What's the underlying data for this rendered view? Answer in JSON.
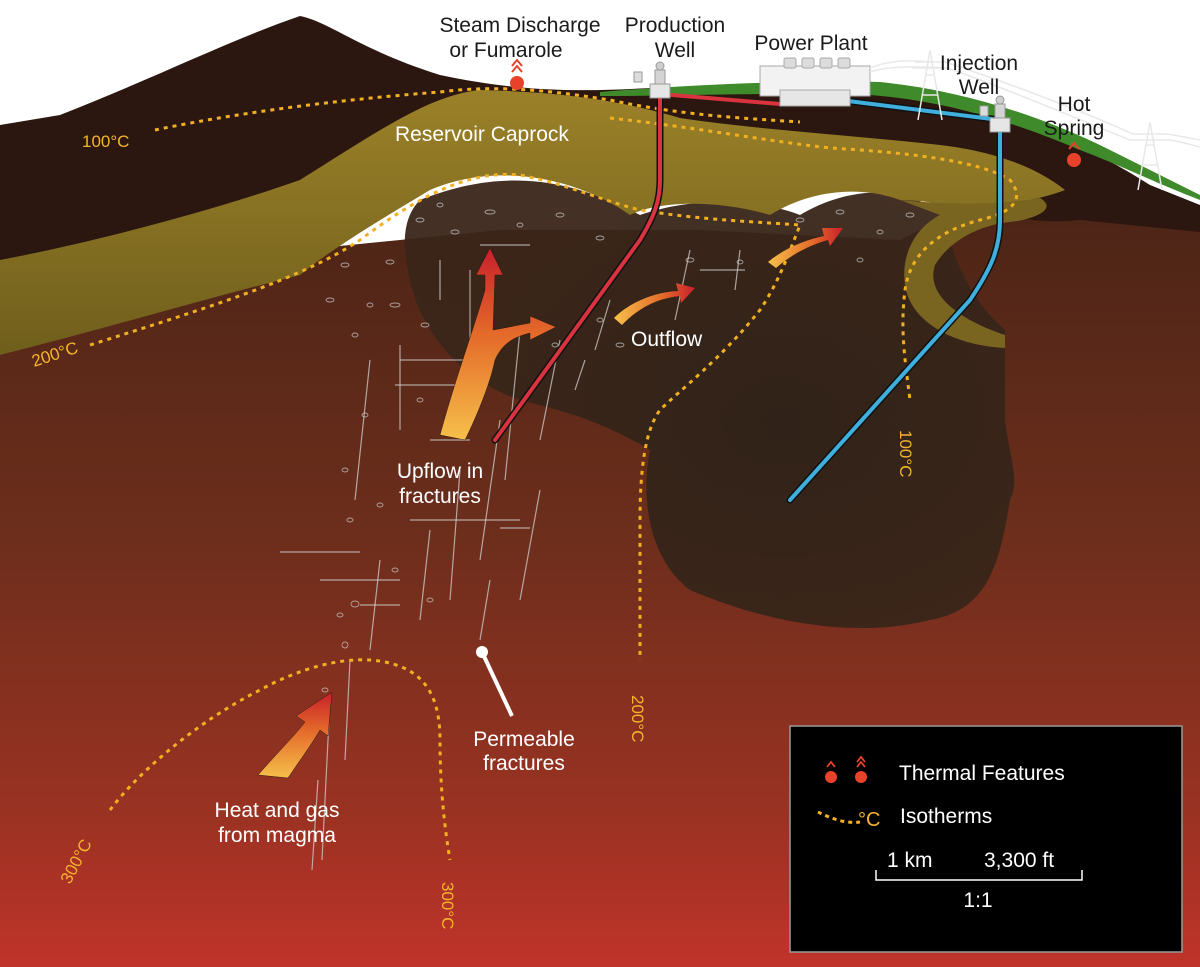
{
  "labels": {
    "steam_discharge_line1": "Steam Discharge",
    "steam_discharge_line2": "or Fumarole",
    "production_well_line1": "Production",
    "production_well_line2": "Well",
    "power_plant": "Power Plant",
    "injection_well_line1": "Injection",
    "injection_well_line2": "Well",
    "hot_spring_line1": "Hot",
    "hot_spring_line2": "Spring",
    "reservoir_caprock": "Reservoir Caprock",
    "outflow": "Outflow",
    "upflow_line1": "Upflow in",
    "upflow_line2": "fractures",
    "permeable_line1": "Permeable",
    "permeable_line2": "fractures",
    "heat_gas_line1": "Heat and gas",
    "heat_gas_line2": "from magma"
  },
  "isotherm_labels": {
    "left_100": "100°C",
    "left_200": "200°C",
    "right_100": "100°C",
    "mid_200": "200°C",
    "left_300": "300°C",
    "bottom_300": "300°C"
  },
  "legend": {
    "thermal_features": "Thermal Features",
    "isotherm_symbol": "°C",
    "isotherms": "Isotherms",
    "scale_km": "1 km",
    "scale_ft": "3,300 ft",
    "scale_ratio": "1:1"
  },
  "colors": {
    "production_pipe": "#d8333f",
    "injection_pipe": "#3fb0de",
    "isotherm": "#f0b020",
    "caprock": "#8a7423",
    "grass": "#3f8a2a",
    "thermal_marker": "#e8432a"
  }
}
